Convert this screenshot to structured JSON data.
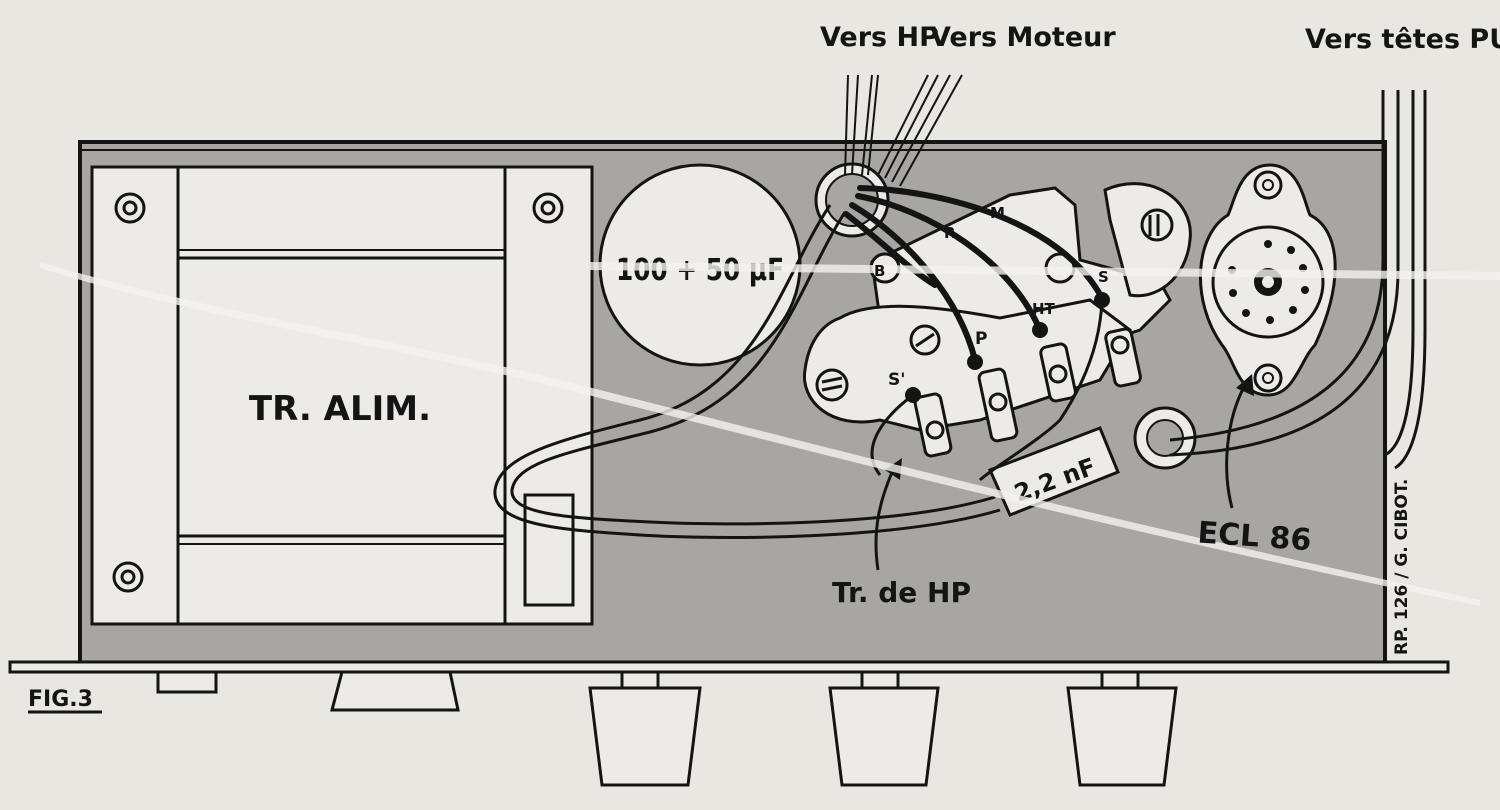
{
  "figure": {
    "fig_label": "FIG.3",
    "colors": {
      "paper": "#e9e7e2",
      "chassis": "#a8a6a2",
      "ink": "#141414",
      "part": "#ecebe7"
    }
  },
  "labels": {
    "vers_hp": "Vers HP",
    "vers_moteur": "Vers Moteur",
    "vers_tetes": "Vers têtes PU",
    "transformer": "TR. ALIM.",
    "capacitor": "100 + 50 µF",
    "tr_hp": "Tr. de HP",
    "cap_small": "2,2 nF",
    "tube": "ECL 86",
    "credit": "RP. 126 / G. CIBOT.",
    "pins": {
      "m": "M",
      "r": "R",
      "b": "B",
      "s": "S",
      "ht": "HT",
      "p": "P",
      "s_prime": "S'"
    }
  }
}
